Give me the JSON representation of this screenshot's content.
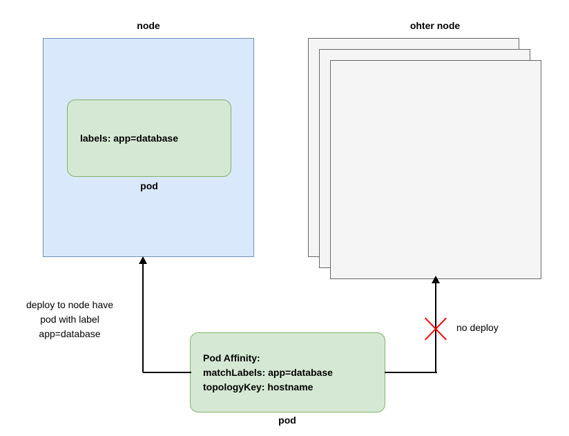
{
  "diagram": {
    "title_left": "node",
    "title_right": "ohter node",
    "colors": {
      "node_fill": "#dae8fc",
      "node_stroke": "#6c8ebf",
      "pod_fill": "#d5e8d4",
      "pod_stroke": "#82b366",
      "sheet_fill": "#f5f5f5",
      "sheet_stroke": "#666666",
      "edge": "#000000",
      "forbidden": "#ff0000",
      "background": "#ffffff"
    },
    "left_node": {
      "title": "node",
      "pod": {
        "text": "labels: app=database",
        "caption": "pod"
      }
    },
    "right_node": {
      "title": "ohter node",
      "sheet_count": 3
    },
    "bottom_pod": {
      "line1": "Pod Affinity:",
      "line2": "matchLabels: app=database",
      "line3": "topologyKey: hostname",
      "caption": "pod"
    },
    "edges": [
      {
        "id": "deploy-edge",
        "label": "deploy to node have\npod with label\napp=database",
        "allowed": true,
        "arrow": "up"
      },
      {
        "id": "no-deploy-edge",
        "label": "no deploy",
        "allowed": false,
        "arrow": "up",
        "marker": "red-x"
      }
    ]
  }
}
